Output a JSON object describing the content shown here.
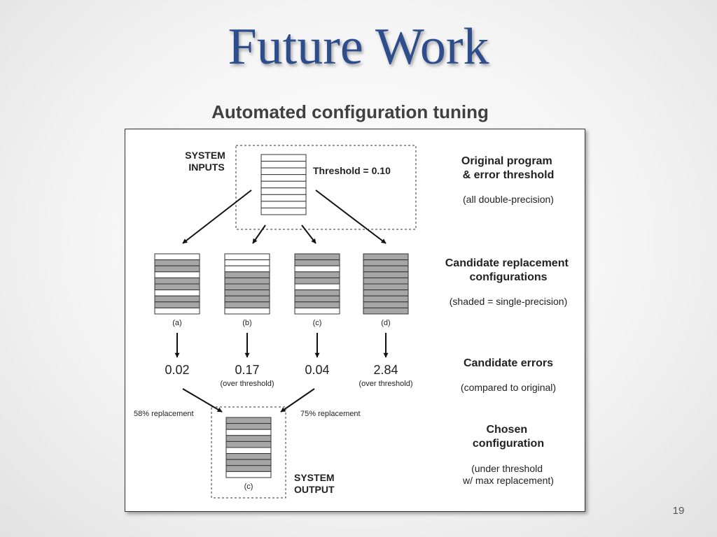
{
  "slide": {
    "title": "Future Work",
    "subtitle": "Automated configuration tuning",
    "page_number": "19"
  },
  "diagram": {
    "system_inputs": [
      "SYSTEM",
      "INPUTS"
    ],
    "threshold": "Threshold = 0.10",
    "system_output": [
      "SYSTEM",
      "OUTPUT"
    ],
    "stages": [
      {
        "title": [
          "Original program",
          "& error threshold"
        ],
        "note": [
          "(all double-precision)"
        ]
      },
      {
        "title": [
          "Candidate replacement",
          "configurations"
        ],
        "note": [
          "(shaded = single-precision)"
        ]
      },
      {
        "title": [
          "Candidate errors"
        ],
        "note": [
          "(compared to original)"
        ]
      },
      {
        "title": [
          "Chosen",
          "configuration"
        ],
        "note": [
          "(under threshold",
          "w/ max replacement)"
        ]
      }
    ],
    "original_program_rows": [
      false,
      false,
      false,
      false,
      false,
      false,
      false,
      false,
      false
    ],
    "candidates": [
      {
        "label": "(a)",
        "error": "0.02",
        "note": "",
        "rows": [
          false,
          true,
          true,
          false,
          true,
          true,
          false,
          true,
          true,
          false
        ]
      },
      {
        "label": "(b)",
        "error": "0.17",
        "note": "(over threshold)",
        "rows": [
          false,
          false,
          false,
          true,
          true,
          true,
          true,
          true,
          true,
          false
        ]
      },
      {
        "label": "(c)",
        "error": "0.04",
        "note": "",
        "rows": [
          true,
          true,
          false,
          true,
          true,
          false,
          true,
          true,
          true,
          false
        ]
      },
      {
        "label": "(d)",
        "error": "2.84",
        "note": "(over threshold)",
        "rows": [
          true,
          true,
          true,
          true,
          true,
          true,
          true,
          true,
          true,
          true
        ]
      }
    ],
    "chosen": {
      "label": "(c)",
      "rows": [
        true,
        true,
        false,
        true,
        true,
        false,
        true,
        true,
        true,
        false
      ]
    },
    "replacement_labels": [
      "58% replacement",
      "75% replacement"
    ],
    "colors": {
      "shaded": "#a6a6a6",
      "unshaded": "#ffffff",
      "line": "#333333"
    }
  }
}
